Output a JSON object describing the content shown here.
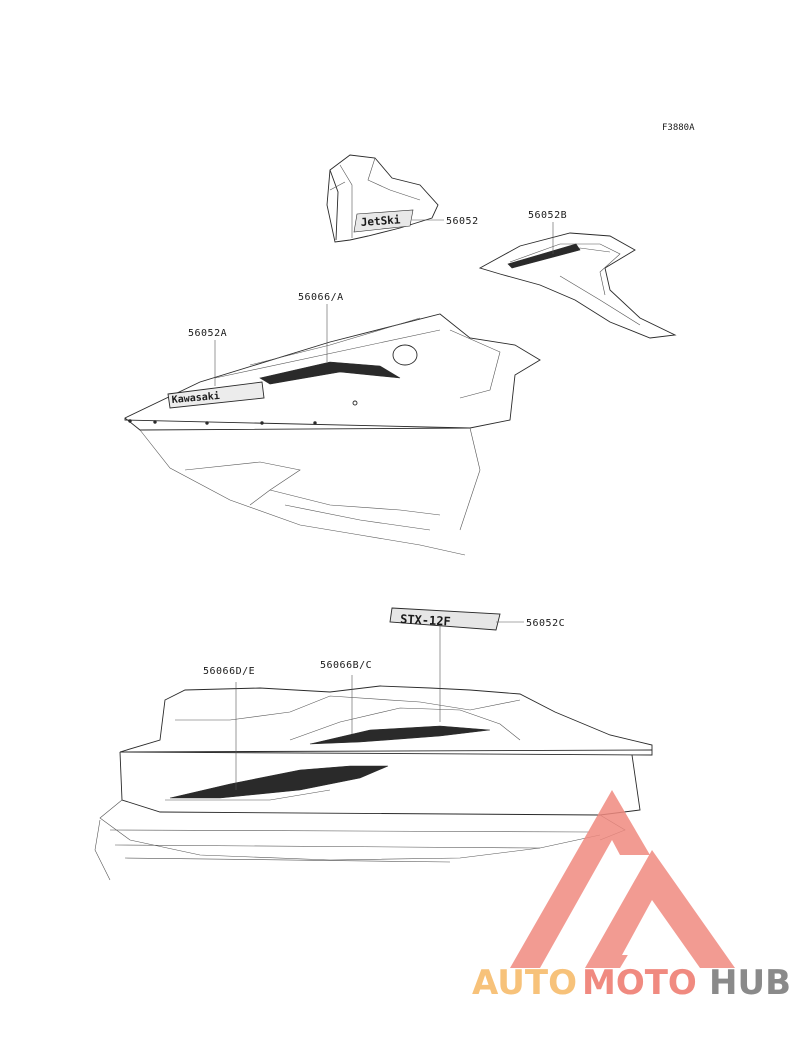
{
  "diagram": {
    "figure_code": "F3880A",
    "callouts": {
      "c56052": "56052",
      "c56052B": "56052B",
      "c56066A": "56066/A",
      "c56052A": "56052A",
      "c56052C": "56052C",
      "c56066DE": "56066D/E",
      "c56066BC": "56066B/C"
    },
    "decal_texts": {
      "jetski": "JetSki",
      "kawasaki": "Kawasaki",
      "stx": "STX-12F"
    }
  },
  "watermark": {
    "part1": "AUTO",
    "part2": "MOTO",
    "part3": "HUB",
    "colors": {
      "part1": "#f7c27a",
      "part2": "#f08a80",
      "part3": "#8a8a8a",
      "logo": "#f08a80"
    }
  }
}
